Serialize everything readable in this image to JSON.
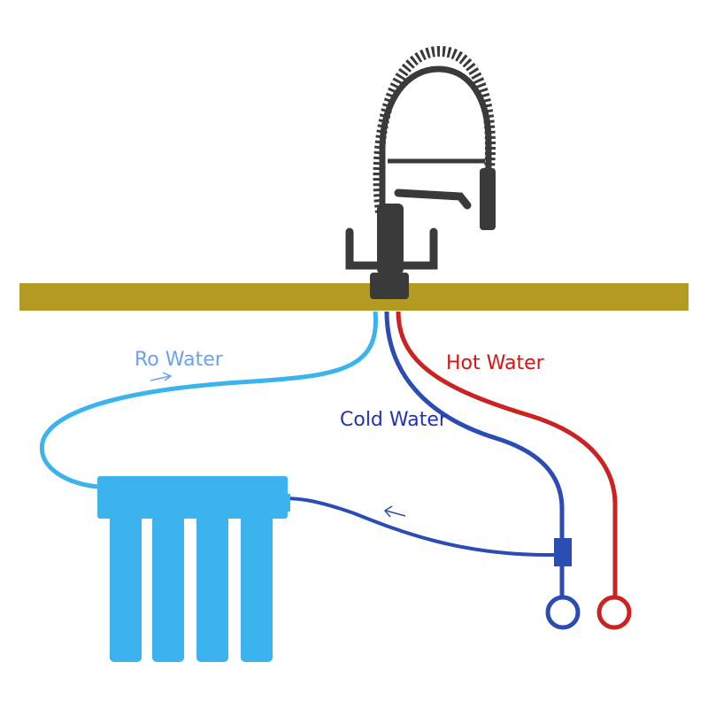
{
  "labels": {
    "ro_water": "Ro Water",
    "hot_water": "Hot Water",
    "cold_water": "Cold Water"
  },
  "colors": {
    "countertop": "#b39b22",
    "ro_line": "#3ab3ee",
    "cold_line": "#2b4db3",
    "hot_line": "#cc2222",
    "filter": "#3ab3ee",
    "faucet": "#3a3a3a",
    "ro_label": "#6aa2ee",
    "cold_label": "#2233bb",
    "hot_label": "#dd1111"
  },
  "icons": {
    "ro_flow_arrow": "arrow-right",
    "filter_flow_arrow": "arrow-left"
  }
}
